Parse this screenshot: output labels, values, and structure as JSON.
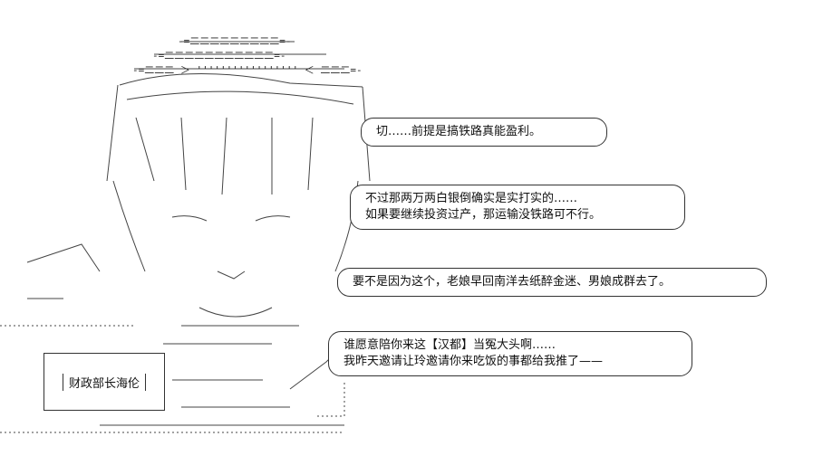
{
  "caption": "财政部长海伦",
  "bubbles": [
    {
      "lines": [
        "切……前提是搞铁路真能盈利。"
      ]
    },
    {
      "lines": [
        "不过那两万两白银倒确实是实打实的……",
        "如果要继续投资过产，那运输没铁路可不行。"
      ]
    },
    {
      "lines": [
        "要不是因为这个，老娘早回南洋去纸醉金迷、男娘成群去了。"
      ]
    },
    {
      "lines": [
        "谁愿意陪你来这【汉都】当冤大头啊……",
        "我昨天邀请让玲邀请你来吃饭的事都给我推了——"
      ]
    }
  ],
  "art": {
    "top_band": "-=二二二二二二二二二=-",
    "top_band2": "-=二二二二二二二二二二二=-",
    "top_band3": "-=二二二 ＞ ''''''''''''''''' ＜ 二二二=-"
  }
}
